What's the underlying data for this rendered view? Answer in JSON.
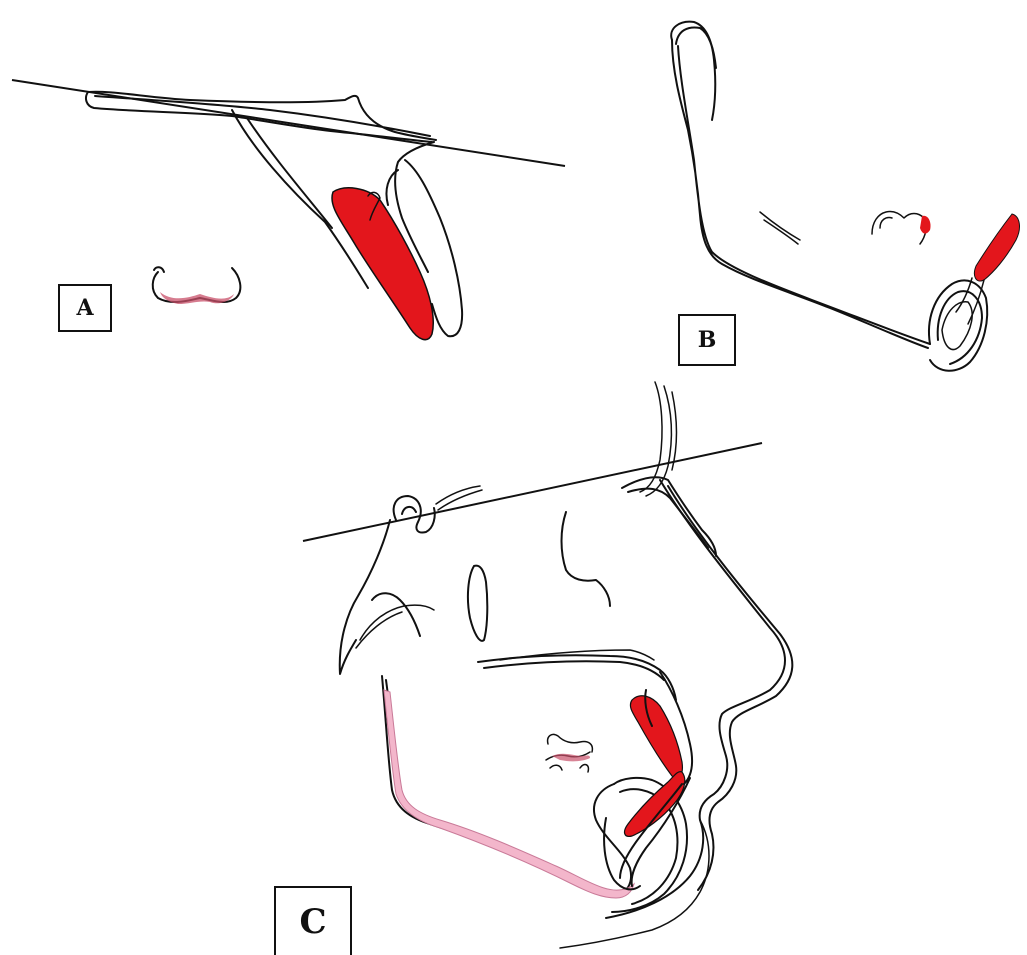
{
  "figure": {
    "panels": [
      {
        "id": "A",
        "label": "A",
        "description_key": "maxilla-superimposition"
      },
      {
        "id": "B",
        "label": "B",
        "description_key": "mandible-superimposition"
      },
      {
        "id": "C",
        "label": "C",
        "description_key": "total-profile-superimposition"
      }
    ],
    "colors": {
      "line": "#111111",
      "incisor_highlight": "#e3161c",
      "molar_highlight": "#c8506a",
      "mandible_change": "#f3b6cb",
      "background": "#ffffff"
    }
  }
}
